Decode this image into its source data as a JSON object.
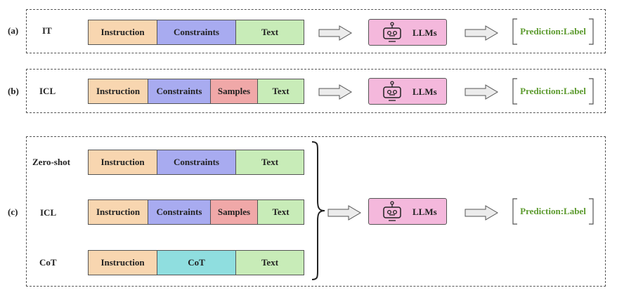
{
  "panels": {
    "a": {
      "label": "(a)",
      "row_label": "IT",
      "segments": [
        "Instruction",
        "Constraints",
        "Text"
      ]
    },
    "b": {
      "label": "(b)",
      "row_label": "ICL",
      "segments": [
        "Instruction",
        "Constraints",
        "Samples",
        "Text"
      ]
    },
    "c": {
      "label": "(c)",
      "rows": [
        {
          "label": "Zero-shot",
          "segments": [
            "Instruction",
            "Constraints",
            "Text"
          ]
        },
        {
          "label": "ICL",
          "segments": [
            "Instruction",
            "Constraints",
            "Samples",
            "Text"
          ]
        },
        {
          "label": "CoT",
          "segments": [
            "Instruction",
            "CoT",
            "Text"
          ]
        }
      ]
    }
  },
  "llm_label": "LLMs",
  "prediction_label": "Prediction:Label",
  "colors": {
    "instruction": "#f8d6b0",
    "constraints": "#a8abf0",
    "text": "#c8ecb8",
    "samples": "#f0a8a8",
    "cot": "#8fdedf",
    "llm_box": "#f4b8dc",
    "prediction_text": "#5c9a2e"
  },
  "icons": {
    "llm": "robot-icon",
    "flow": "arrow-right-icon",
    "merge": "curly-brace-icon"
  }
}
